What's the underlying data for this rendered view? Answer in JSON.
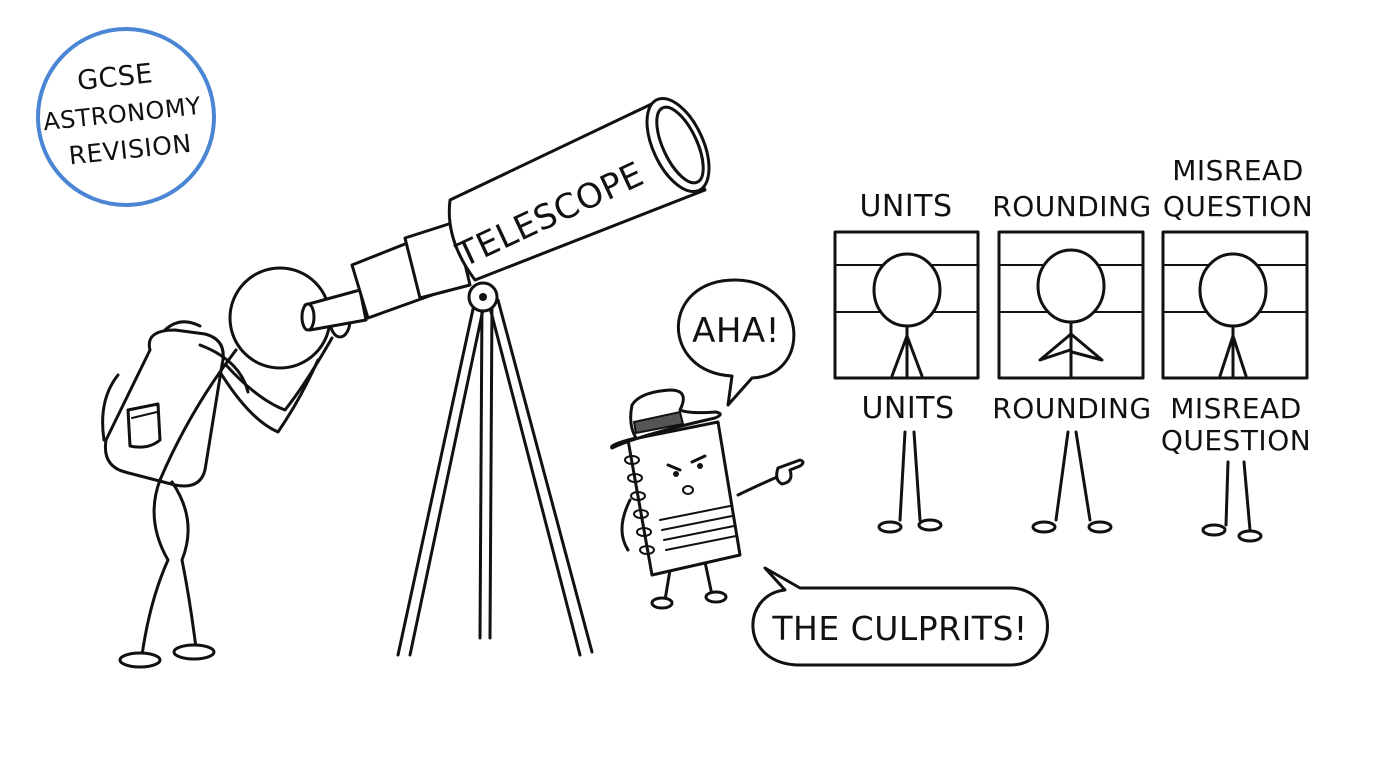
{
  "badge": {
    "line1": "GCSE",
    "line2": "ASTRONOMY",
    "line3": "REVISION",
    "ring_color": "#4a86d4"
  },
  "telescope": {
    "label": "TELESCOPE"
  },
  "speech": {
    "aha": "AHA!",
    "culprits": "THE CULPRITS!"
  },
  "lineup": {
    "suspects": [
      {
        "sign_line1": "",
        "sign_line2": "UNITS",
        "placard_line1": "UNITS",
        "placard_line2": ""
      },
      {
        "sign_line1": "",
        "sign_line2": "ROUNDING",
        "placard_line1": "ROUNDING",
        "placard_line2": ""
      },
      {
        "sign_line1": "MISREAD",
        "sign_line2": "QUESTION",
        "placard_line1": "MISREAD",
        "placard_line2": "QUESTION"
      }
    ]
  },
  "icons": {
    "astronomer": "stick-figure-astronomer",
    "backpack": "backpack-icon",
    "notebook_detective": "notebook-detective-icon"
  }
}
